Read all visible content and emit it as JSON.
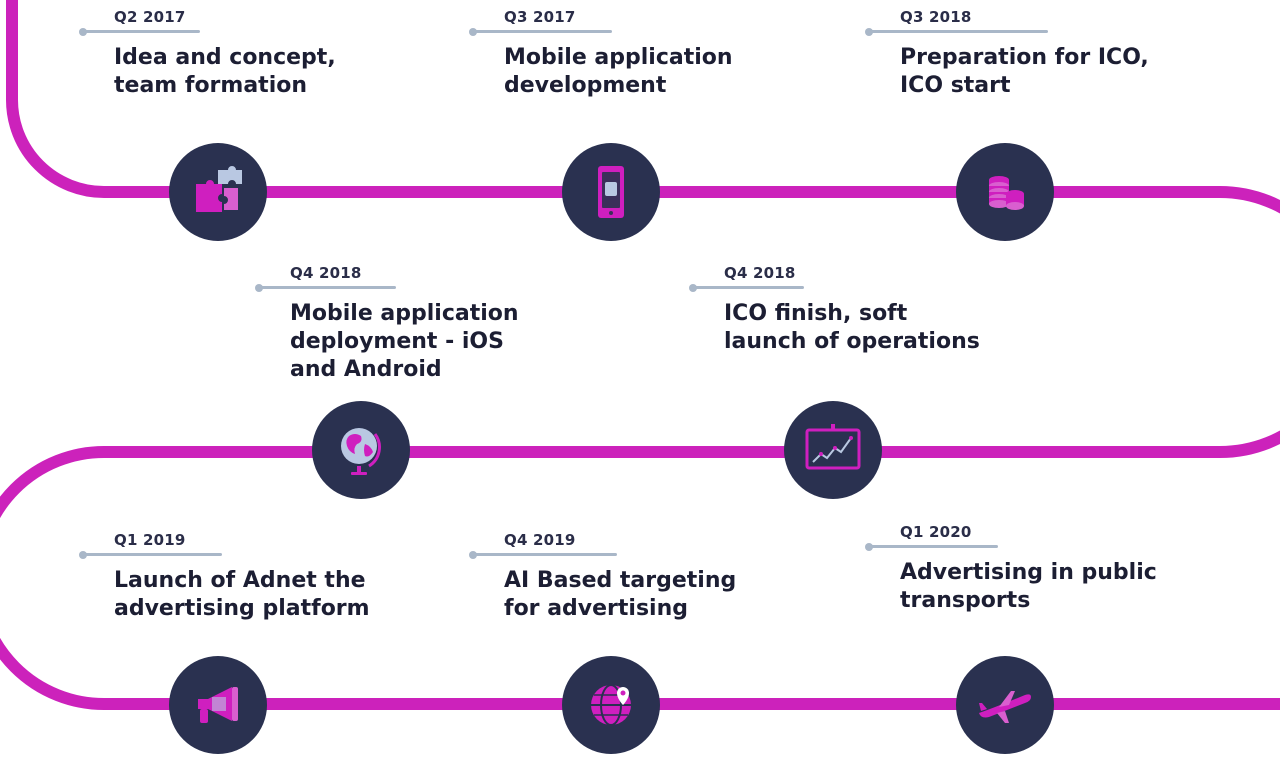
{
  "colors": {
    "track": "#cc22bb",
    "node": "#2a3150",
    "icon_accent": "#cf1fbf",
    "icon_light": "#b9c8e2",
    "rule": "#a9b7c8",
    "text": "#1c1e33"
  },
  "milestones": [
    {
      "quarter": "Q2 2017",
      "title": "Idea and concept, team formation",
      "icon": "puzzle-icon"
    },
    {
      "quarter": "Q3 2017",
      "title": "Mobile application development",
      "icon": "smartphone-icon"
    },
    {
      "quarter": "Q3 2018",
      "title": "Preparation for ICO, ICO start",
      "icon": "coin-stack-icon"
    },
    {
      "quarter": "Q4 2018",
      "title": "Mobile application deployment - iOS and Android",
      "icon": "globe-icon"
    },
    {
      "quarter": "Q4 2018",
      "title": "ICO finish, soft launch of operations",
      "icon": "chart-board-icon"
    },
    {
      "quarter": "Q1 2019",
      "title": "Launch of Adnet the advertising platform",
      "icon": "megaphone-icon"
    },
    {
      "quarter": "Q4 2019",
      "title": "AI Based targeting for advertising",
      "icon": "location-globe-icon"
    },
    {
      "quarter": "Q1 2020",
      "title": "Advertising in public transports",
      "icon": "airplane-icon"
    }
  ]
}
